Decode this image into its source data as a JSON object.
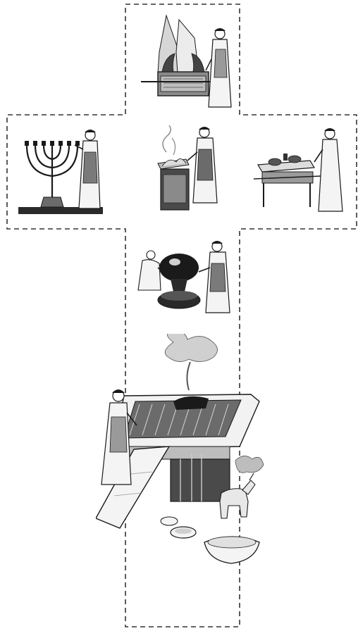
{
  "figure": {
    "layout": "cross",
    "outline_style": "dashed",
    "colors": {
      "ink": "#1a1a1a",
      "paper": "#ffffff",
      "shade": "#6b6b6b",
      "light": "#c8c8c8"
    },
    "scenes": [
      {
        "id": "ark-of-the-covenant",
        "position": "top"
      },
      {
        "id": "menorah",
        "position": "left"
      },
      {
        "id": "altar-of-incense",
        "position": "center"
      },
      {
        "id": "table-of-showbread",
        "position": "right"
      },
      {
        "id": "bronze-laver",
        "position": "middle"
      },
      {
        "id": "altar-of-burnt-offering",
        "position": "bottom"
      }
    ]
  }
}
